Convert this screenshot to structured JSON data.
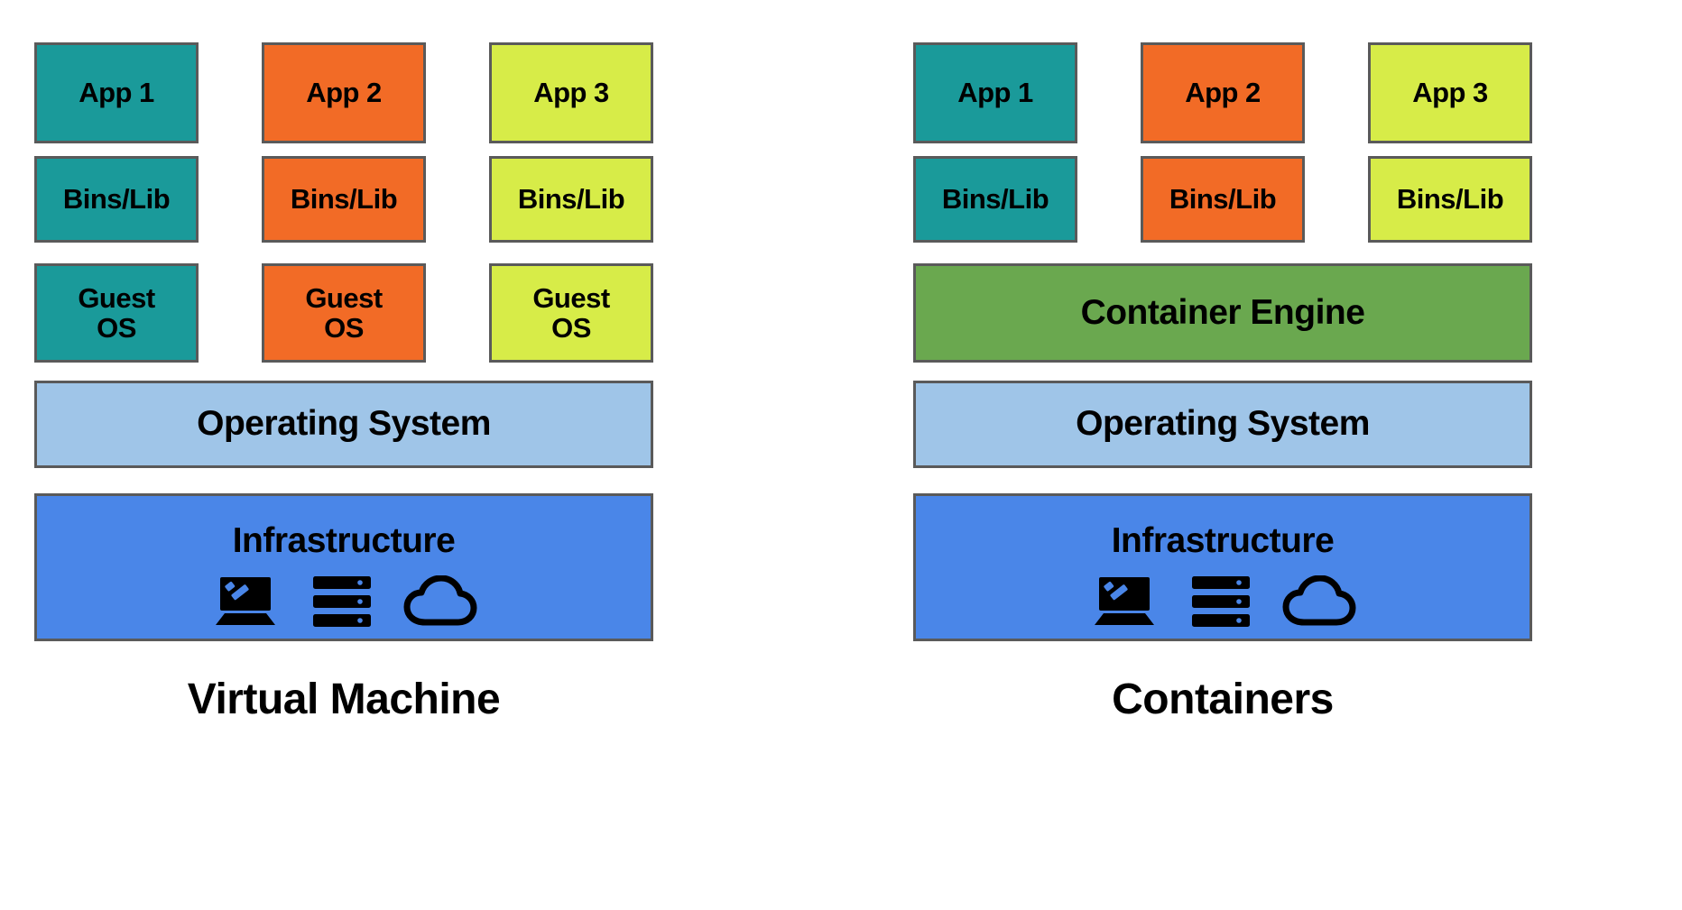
{
  "diagram": {
    "title": "Virtual Machine vs Containers architecture comparison",
    "colors": {
      "teal": "#1a9a9a",
      "orange": "#f26b26",
      "lime": "#d7ec48",
      "green": "#6aa84f",
      "light_blue": "#9fc5e8",
      "blue": "#4a86e8",
      "border": "#5a5a5a",
      "text": "#000000",
      "background": "#ffffff"
    }
  },
  "panels": [
    {
      "id": "virtual-machine",
      "caption": "Virtual Machine",
      "apps": [
        "App 1",
        "App 2",
        "App 3"
      ],
      "bins": [
        "Bins/Lib",
        "Bins/Lib",
        "Bins/Lib"
      ],
      "guest_os": [
        {
          "line1": "Guest",
          "line2": "OS"
        },
        {
          "line1": "Guest",
          "line2": "OS"
        },
        {
          "line1": "Guest",
          "line2": "OS"
        }
      ],
      "operating_system": "Operating System",
      "infrastructure": "Infrastructure",
      "infrastructure_icons": [
        "laptop-icon",
        "server-rack-icon",
        "cloud-icon"
      ]
    },
    {
      "id": "containers",
      "caption": "Containers",
      "apps": [
        "App 1",
        "App 2",
        "App 3"
      ],
      "bins": [
        "Bins/Lib",
        "Bins/Lib",
        "Bins/Lib"
      ],
      "container_engine": "Container Engine",
      "operating_system": "Operating System",
      "infrastructure": "Infrastructure",
      "infrastructure_icons": [
        "laptop-icon",
        "server-rack-icon",
        "cloud-icon"
      ]
    }
  ]
}
